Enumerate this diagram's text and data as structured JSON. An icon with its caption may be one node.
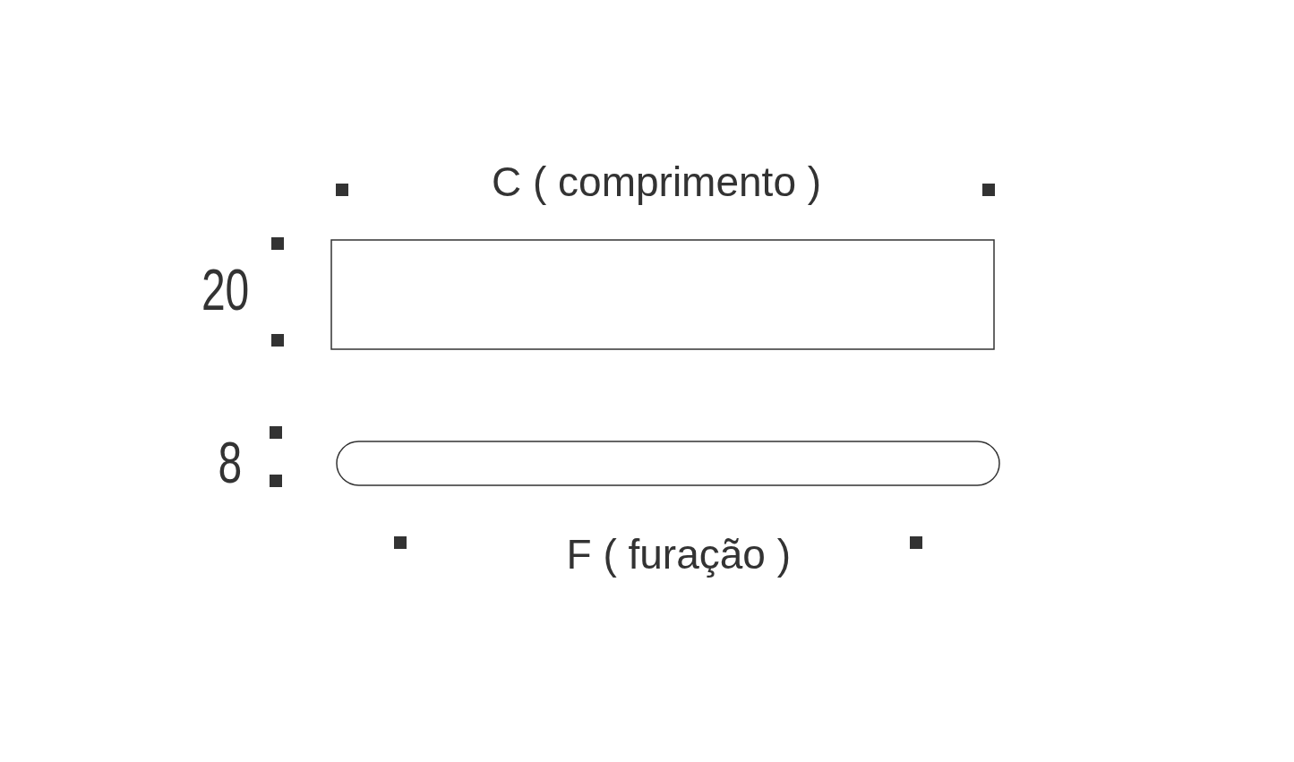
{
  "diagram": {
    "labels": [
      "C ( comprimento )",
      "20",
      "8",
      "F ( furação )"
    ]
  }
}
